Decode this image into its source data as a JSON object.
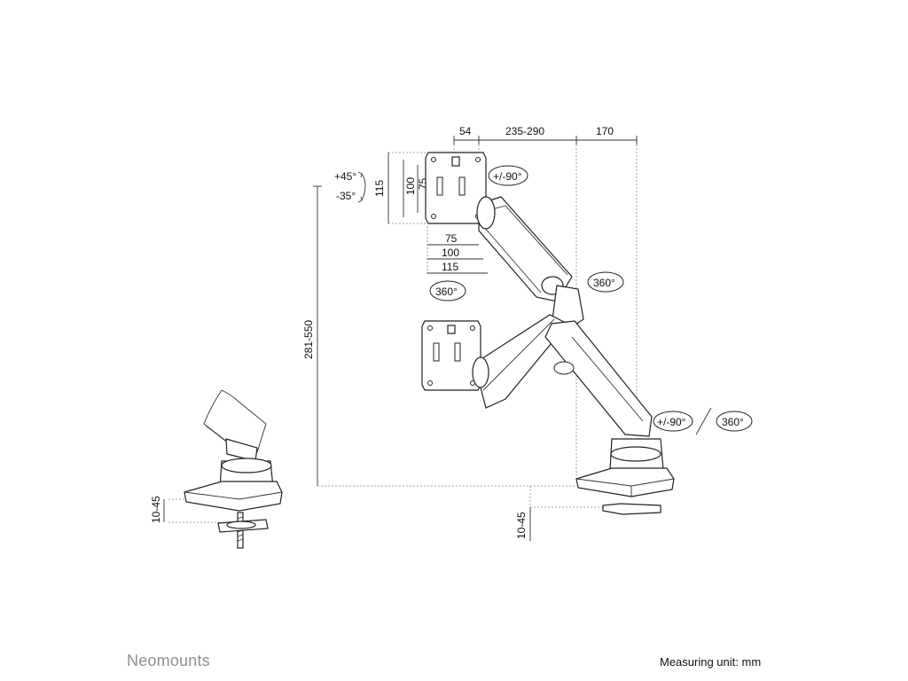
{
  "dimensions": {
    "top_54": "54",
    "top_235_290": "235-290",
    "top_170": "170",
    "vesa_115_v": "115",
    "vesa_100_v": "100",
    "vesa_75_v": "75",
    "vesa_75_h": "75",
    "vesa_100_h": "100",
    "vesa_115_h": "115",
    "height_281_550": "281-550",
    "clamp_left_10_45": "10-45",
    "clamp_right_10_45": "10-45"
  },
  "rotations": {
    "tilt_up": "+45°",
    "tilt_down": "-35°",
    "rotate_90_top": "+/-90°",
    "swivel_360_left": "360°",
    "swivel_360_mid": "360°",
    "rotate_90_bottom": "+/-90°",
    "swivel_360_bottom": "360°"
  },
  "footer": {
    "brand": "Neomounts",
    "unit_note": "Measuring unit: mm"
  },
  "colors": {
    "line": "#222222",
    "dash": "#888888",
    "brand": "#8f8f8f"
  }
}
